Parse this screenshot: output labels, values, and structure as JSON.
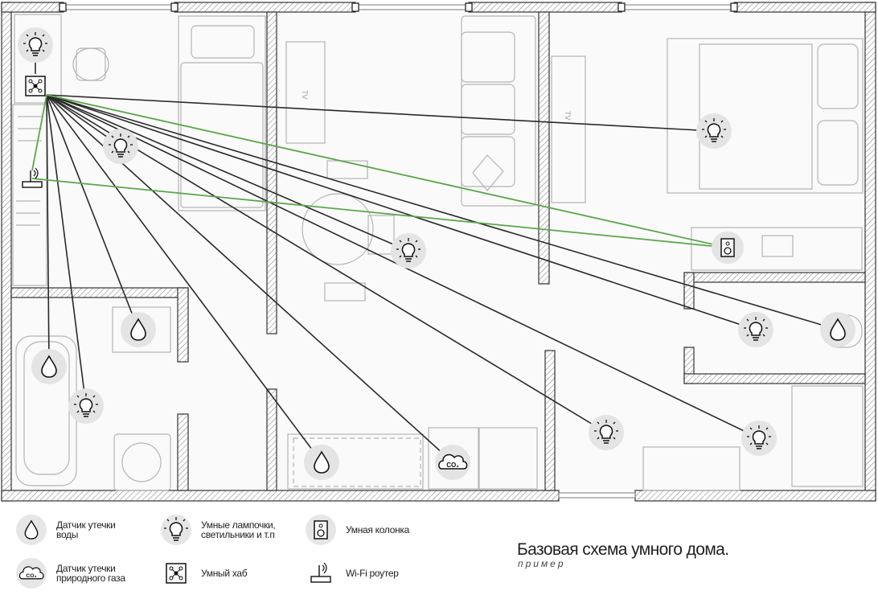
{
  "legend": {
    "leak_sensor": "Датчик утечки\nводы",
    "gas_sensor": "Датчик утечки\nприродного газа",
    "smart_lights": "Умные лампочки,\nсветильники и т.п",
    "smart_hub": "Умный хаб",
    "smart_speaker": "Умная колонка",
    "wifi_router": "Wi-Fi роутер"
  },
  "title": "Базовая схема умного дома.",
  "subtitle": "пример",
  "plan_labels": {
    "tv1": "TV",
    "tv2": "TV",
    "co2": "CO₂"
  },
  "connection_colors": {
    "hub_link": "#2a2a2a",
    "wifi_link": "#5aa64a"
  }
}
